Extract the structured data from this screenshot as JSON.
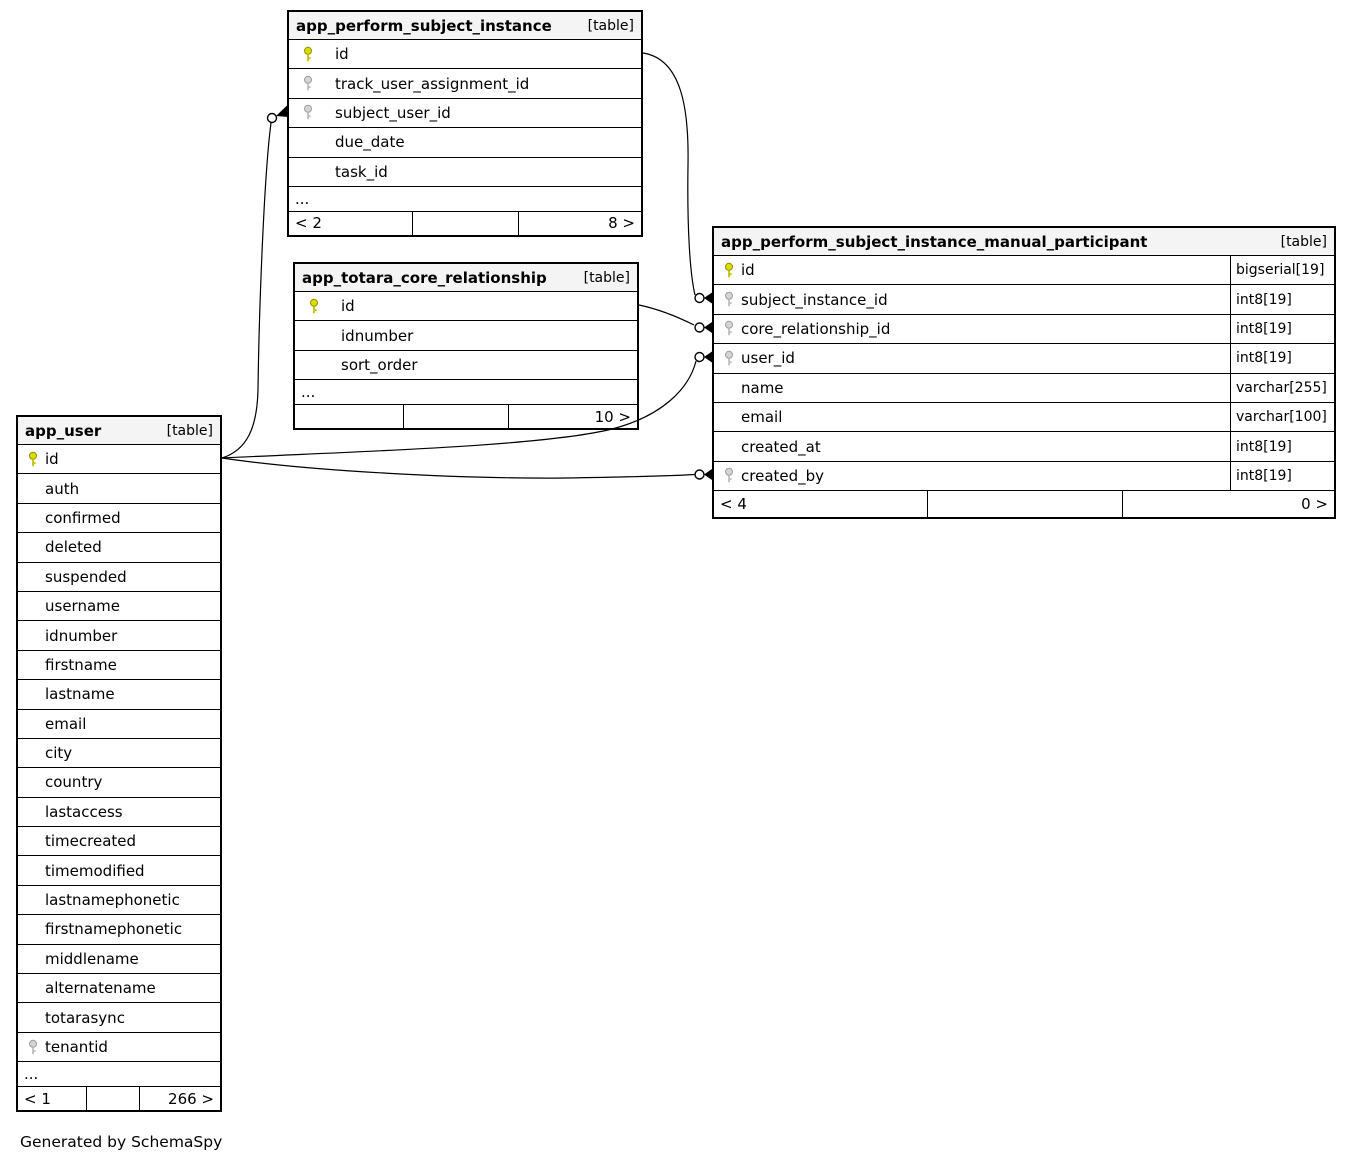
{
  "page": {
    "footer_note": "Generated by SchemaSpy"
  },
  "colors": {
    "primary_key": "#dcdc00",
    "foreign_key": "#d4d4d4",
    "header_bg": "#f4f4f4",
    "border": "#000000"
  },
  "tables": {
    "subject_instance": {
      "name": "app_perform_subject_instance",
      "tag": "[table]",
      "columns": [
        {
          "name": "id",
          "key": "pk"
        },
        {
          "name": "track_user_assignment_id",
          "key": "fk"
        },
        {
          "name": "subject_user_id",
          "key": "fk"
        },
        {
          "name": "due_date",
          "key": ""
        },
        {
          "name": "task_id",
          "key": ""
        }
      ],
      "ellipsis": "...",
      "footer": {
        "left": "< 2",
        "middle": "",
        "right": "8 >"
      }
    },
    "core_relationship": {
      "name": "app_totara_core_relationship",
      "tag": "[table]",
      "columns": [
        {
          "name": "id",
          "key": "pk"
        },
        {
          "name": "idnumber",
          "key": ""
        },
        {
          "name": "sort_order",
          "key": ""
        }
      ],
      "ellipsis": "...",
      "footer": {
        "left": "",
        "middle": "",
        "right": "10 >"
      }
    },
    "manual_participant": {
      "name": "app_perform_subject_instance_manual_participant",
      "tag": "[table]",
      "columns": [
        {
          "name": "id",
          "key": "pk",
          "type": "bigserial[19]"
        },
        {
          "name": "subject_instance_id",
          "key": "fk",
          "type": "int8[19]"
        },
        {
          "name": "core_relationship_id",
          "key": "fk",
          "type": "int8[19]"
        },
        {
          "name": "user_id",
          "key": "fk",
          "type": "int8[19]"
        },
        {
          "name": "name",
          "key": "",
          "type": "varchar[255]"
        },
        {
          "name": "email",
          "key": "",
          "type": "varchar[100]"
        },
        {
          "name": "created_at",
          "key": "",
          "type": "int8[19]"
        },
        {
          "name": "created_by",
          "key": "fk",
          "type": "int8[19]"
        }
      ],
      "footer": {
        "left": "< 4",
        "middle": "",
        "right": "0 >"
      }
    },
    "user": {
      "name": "app_user",
      "tag": "[table]",
      "columns": [
        {
          "name": "id",
          "key": "pk"
        },
        {
          "name": "auth",
          "key": ""
        },
        {
          "name": "confirmed",
          "key": ""
        },
        {
          "name": "deleted",
          "key": ""
        },
        {
          "name": "suspended",
          "key": ""
        },
        {
          "name": "username",
          "key": ""
        },
        {
          "name": "idnumber",
          "key": ""
        },
        {
          "name": "firstname",
          "key": ""
        },
        {
          "name": "lastname",
          "key": ""
        },
        {
          "name": "email",
          "key": ""
        },
        {
          "name": "city",
          "key": ""
        },
        {
          "name": "country",
          "key": ""
        },
        {
          "name": "lastaccess",
          "key": ""
        },
        {
          "name": "timecreated",
          "key": ""
        },
        {
          "name": "timemodified",
          "key": ""
        },
        {
          "name": "lastnamephonetic",
          "key": ""
        },
        {
          "name": "firstnamephonetic",
          "key": ""
        },
        {
          "name": "middlename",
          "key": ""
        },
        {
          "name": "alternatename",
          "key": ""
        },
        {
          "name": "totarasync",
          "key": ""
        },
        {
          "name": "tenantid",
          "key": "fk"
        }
      ],
      "ellipsis": "...",
      "footer": {
        "left": "< 1",
        "middle": "",
        "right": "266 >"
      }
    }
  }
}
